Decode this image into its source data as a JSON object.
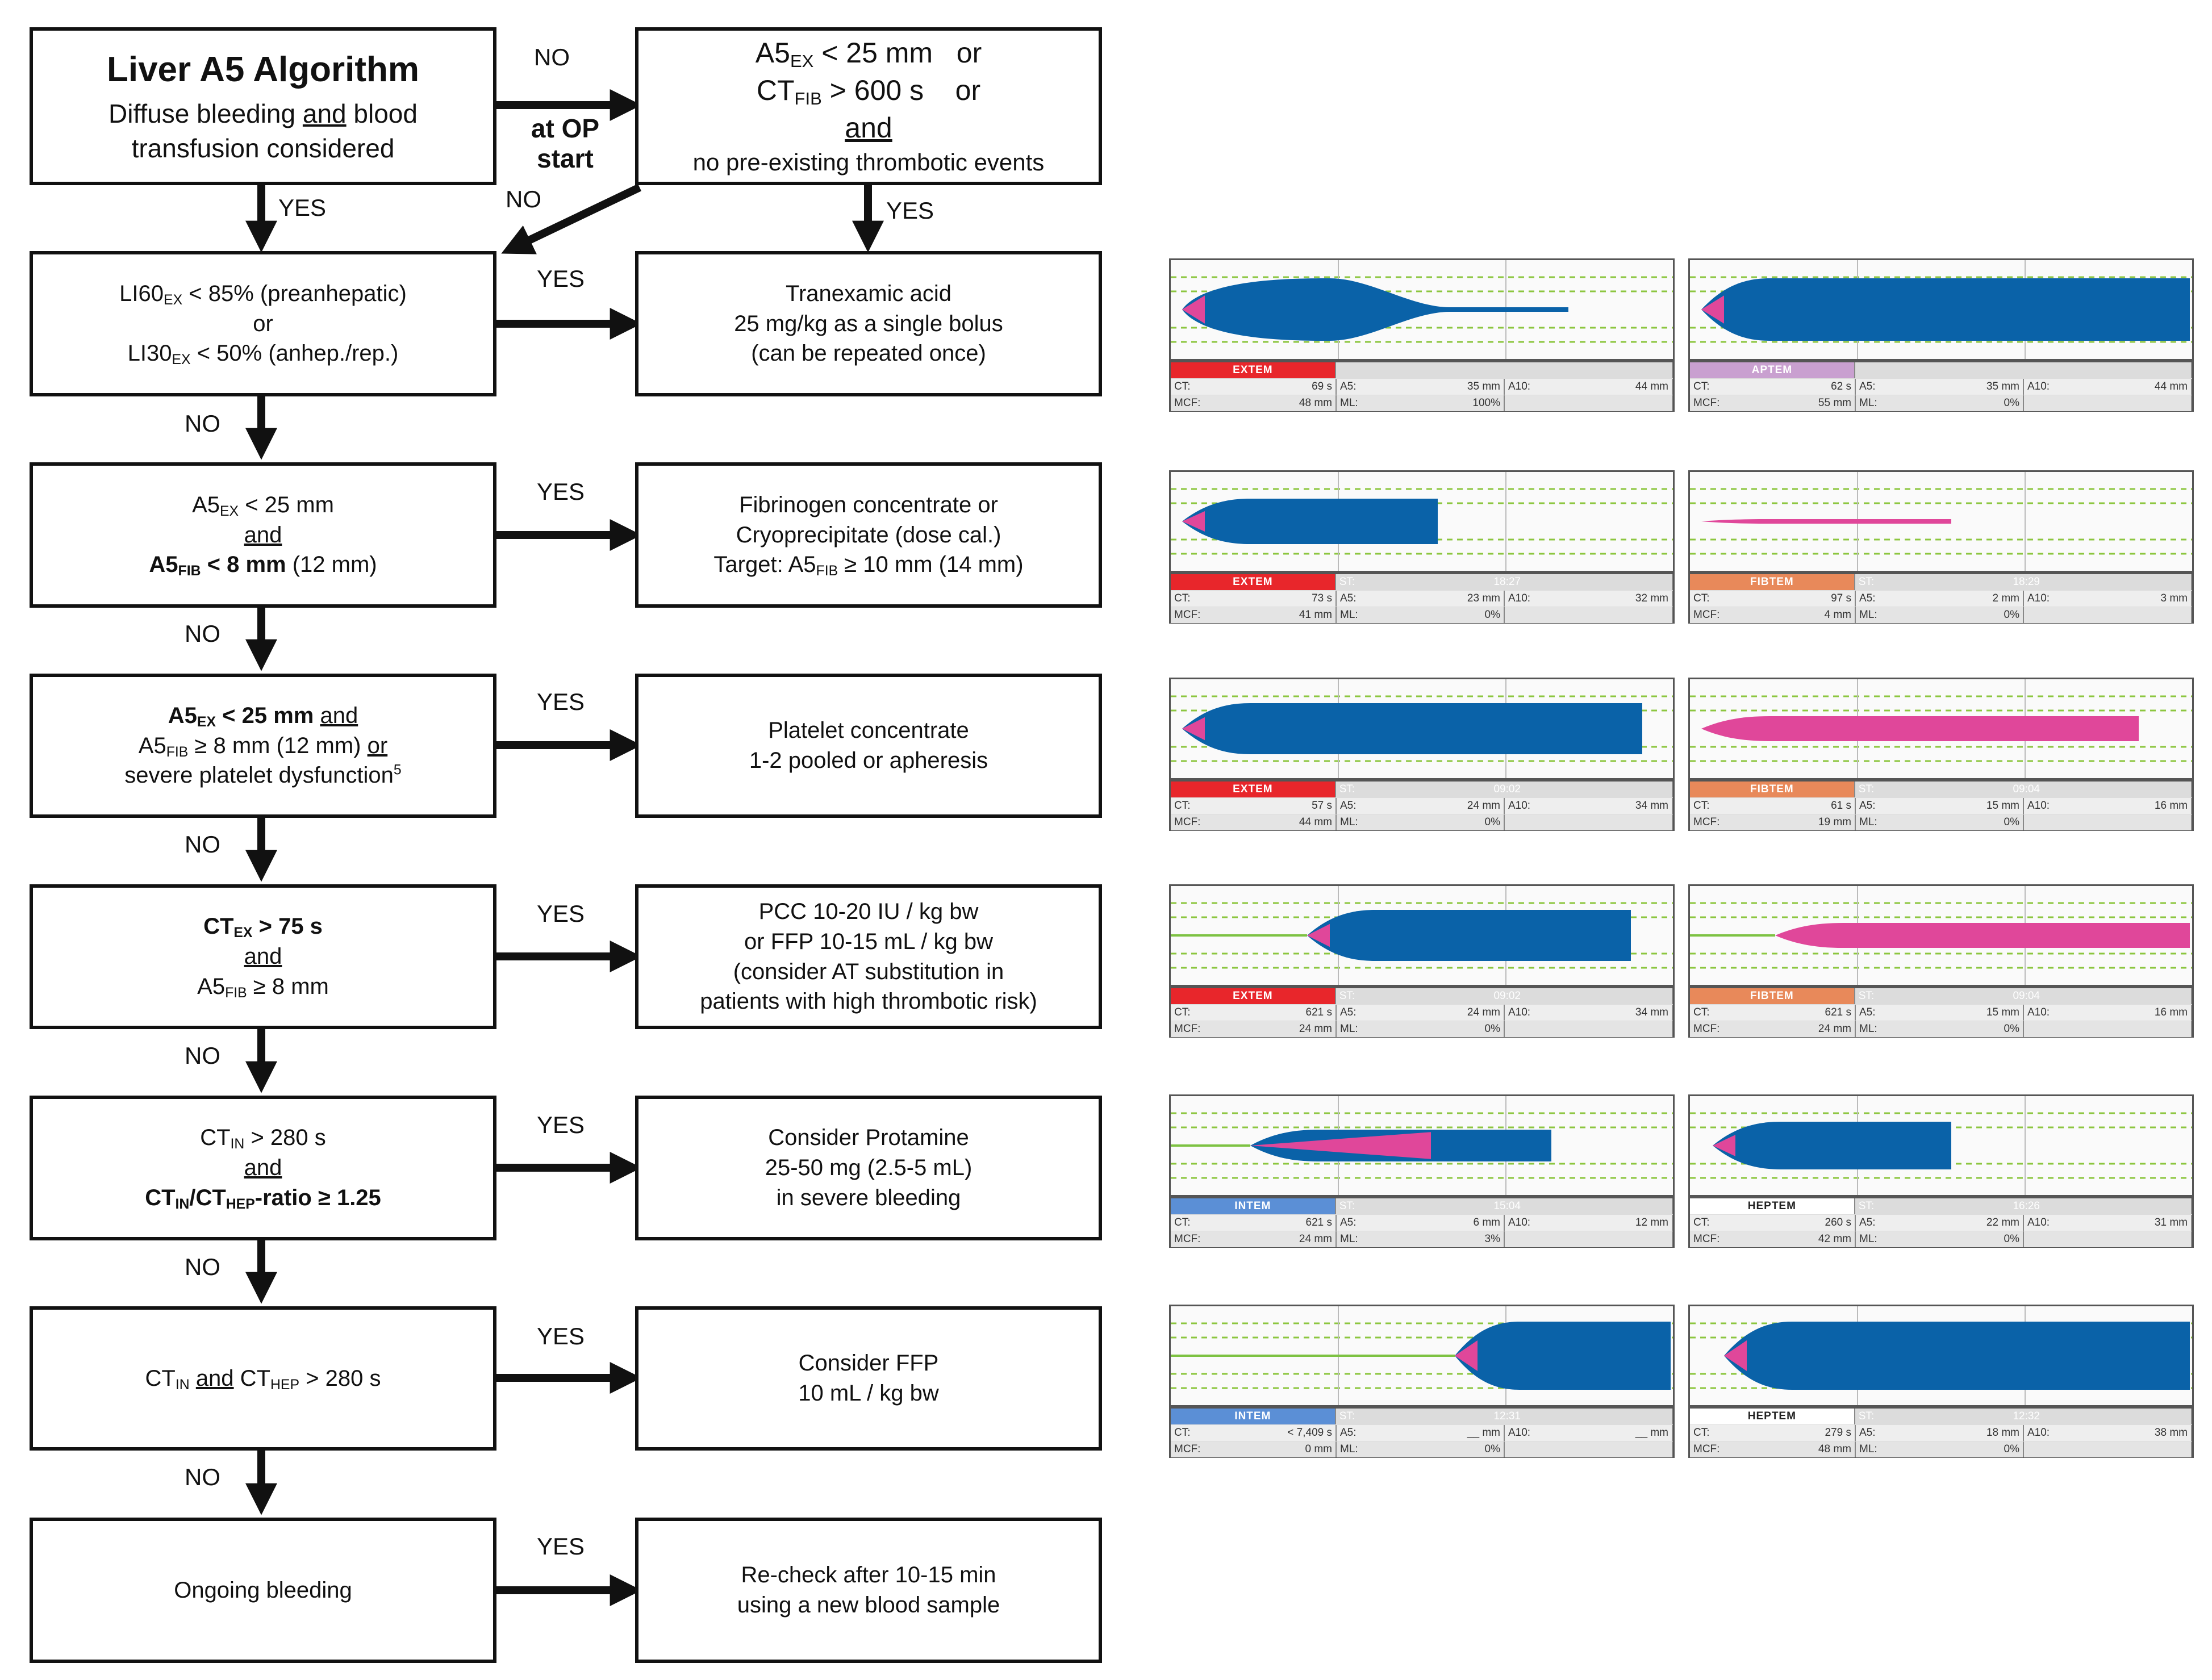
{
  "flow": {
    "start": {
      "title": "Liver A5 Algorithm",
      "line1_a": "Diffuse bleeding ",
      "line1_b": "and",
      "line1_c": " blood",
      "line2": "transfusion considered"
    },
    "cond": {
      "a5": "A5",
      "ex": "EX",
      "a5_rest": " < 25 mm   or",
      "ct": "CT",
      "fib": "FIB",
      "ct_rest": " > 600 s    or",
      "and": "and",
      "note": "no pre-existing thrombotic events"
    },
    "at_op": "at OP\nstart",
    "lysis": {
      "l1a": "LI60",
      "ex": "EX",
      "l1b": " < 85% (preanhepatic)",
      "or": "or",
      "l3a": "LI30",
      "l3b": " < 50% (anhep./rep.)"
    },
    "txa": {
      "l1": "Tranexamic acid",
      "l2": "25 mg/kg as a single bolus",
      "l3": "(can be repeated once)"
    },
    "fib_cond": {
      "a5": "A5",
      "ex": "EX",
      "r1": " < 25 mm",
      "and": "and",
      "b_a5": "A5",
      "fib": "FIB",
      "b_rest": " < 8 mm",
      "tail": " (12 mm)"
    },
    "fib_act": {
      "l1": "Fibrinogen concentrate or",
      "l2": "Cryoprecipitate (dose cal.)",
      "l3a": "Target: A5",
      "fib": "FIB",
      "l3b": " ≥ 10 mm (14 mm)"
    },
    "plt_cond": {
      "a5": "A5",
      "ex": "EX",
      "r1": " < 25 mm ",
      "and": "and",
      "l2a": "A5",
      "fib": "FIB",
      "l2b": " ≥ 8 mm (12 mm) ",
      "or": "or",
      "l3": "severe platelet dysfunction",
      "sup": "5"
    },
    "plt_act": {
      "l1": "Platelet concentrate",
      "l2": "1-2 pooled or apheresis"
    },
    "pcc_cond": {
      "ct": "CT",
      "ex": "EX",
      "r1": " > 75 s",
      "and": "and",
      "l3a": "A5",
      "fib": "FIB",
      "l3b": " ≥ 8 mm"
    },
    "pcc_act": {
      "l1": "PCC 10-20 IU / kg bw",
      "l2": "or FFP 10-15 mL / kg bw",
      "l3": "(consider AT substitution in",
      "l4": "patients with high thrombotic risk)"
    },
    "prot_cond": {
      "ct": "CT",
      "in": "IN",
      "r1": " > 280 s",
      "and": "and",
      "l3a": "CT",
      "l3b": "/CT",
      "hep": "HEP",
      "l3c": "-ratio ≥ 1.25"
    },
    "prot_act": {
      "l1": "Consider Protamine",
      "l2": "25-50 mg (2.5-5 mL)",
      "l3": "in severe bleeding"
    },
    "ffp_cond": {
      "ct": "CT",
      "in": "IN",
      "and": "and",
      "ct2": " CT",
      "hep": "HEP",
      "rest": " > 280 s"
    },
    "ffp_act": {
      "l1": "Consider FFP",
      "l2": "10 mL / kg bw"
    },
    "bleed": {
      "l1": "Ongoing bleeding"
    },
    "recheck": {
      "l1": "Re-check after 10-15 min",
      "l2": "using a new blood sample"
    },
    "yes": "YES",
    "no": "NO"
  },
  "rotem": [
    {
      "left": {
        "name": "EXTEM",
        "color": "#e8262b",
        "st_label": "",
        "st": "",
        "ct": "69 s",
        "a5": "35 mm",
        "a10": "44 mm",
        "mcf": "48 mm",
        "ml": "100%"
      },
      "right": {
        "name": "APTEM",
        "color": "#c9a0d0",
        "st_label": "",
        "st": "",
        "ct": "62 s",
        "a5": "35 mm",
        "a10": "44 mm",
        "mcf": "55 mm",
        "ml": "0%"
      }
    },
    {
      "left": {
        "name": "EXTEM",
        "color": "#e8262b",
        "st_label": "ST:",
        "st": "18:27",
        "ct": "73 s",
        "a5": "23 mm",
        "a10": "32 mm",
        "mcf": "41 mm",
        "ml": "0%"
      },
      "right": {
        "name": "FIBTEM",
        "color": "#e8895a",
        "st_label": "ST:",
        "st": "18:29",
        "ct": "97 s",
        "a5": "2 mm",
        "a10": "3 mm",
        "mcf": "4 mm",
        "ml": "0%"
      }
    },
    {
      "left": {
        "name": "EXTEM",
        "color": "#e8262b",
        "st_label": "ST:",
        "st": "09:02",
        "ct": "57 s",
        "a5": "24 mm",
        "a10": "34 mm",
        "mcf": "44 mm",
        "ml": "0%"
      },
      "right": {
        "name": "FIBTEM",
        "color": "#e8895a",
        "st_label": "ST:",
        "st": "09:04",
        "ct": "61 s",
        "a5": "15 mm",
        "a10": "16 mm",
        "mcf": "19 mm",
        "ml": "0%"
      }
    },
    {
      "left": {
        "name": "EXTEM",
        "color": "#e8262b",
        "st_label": "ST:",
        "st": "09:02",
        "ct": "621 s",
        "a5": "24 mm",
        "a10": "34 mm",
        "mcf": "24 mm",
        "ml": "0%"
      },
      "right": {
        "name": "FIBTEM",
        "color": "#e8895a",
        "st_label": "ST:",
        "st": "09:04",
        "ct": "621 s",
        "a5": "15 mm",
        "a10": "16 mm",
        "mcf": "24 mm",
        "ml": "0%"
      }
    },
    {
      "left": {
        "name": "INTEM",
        "color": "#5b8fd6",
        "st_label": "ST:",
        "st": "15:04",
        "ct": "621 s",
        "a5": "6 mm",
        "a10": "12 mm",
        "mcf": "24 mm",
        "ml": "3%"
      },
      "right": {
        "name": "HEPTEM",
        "color": "#ffffff",
        "st_label": "ST:",
        "st": "16:26",
        "ct": "260 s",
        "a5": "22 mm",
        "a10": "31 mm",
        "mcf": "42 mm",
        "ml": "0%"
      }
    },
    {
      "left": {
        "name": "INTEM",
        "color": "#5b8fd6",
        "st_label": "ST:",
        "st": "12:31",
        "ct": "< 7,409 s",
        "a5": "__ mm",
        "a10": "__ mm",
        "mcf": "0 mm",
        "ml": "0%"
      },
      "right": {
        "name": "HEPTEM",
        "color": "#ffffff",
        "st_label": "ST:",
        "st": "12:32",
        "ct": "279 s",
        "a5": "18 mm",
        "a10": "38 mm",
        "mcf": "48 mm",
        "ml": "0%"
      }
    }
  ],
  "rotem_field_labels": {
    "ct": "CT:",
    "a5": "A5:",
    "a10": "A10:",
    "mcf": "MCF:",
    "ml": "ML:"
  },
  "colors": {
    "clot_blue": "#0a62a8",
    "lysis_pink": "#e0479a",
    "green": "#7dc242",
    "grid_green": "#8cc63f"
  }
}
